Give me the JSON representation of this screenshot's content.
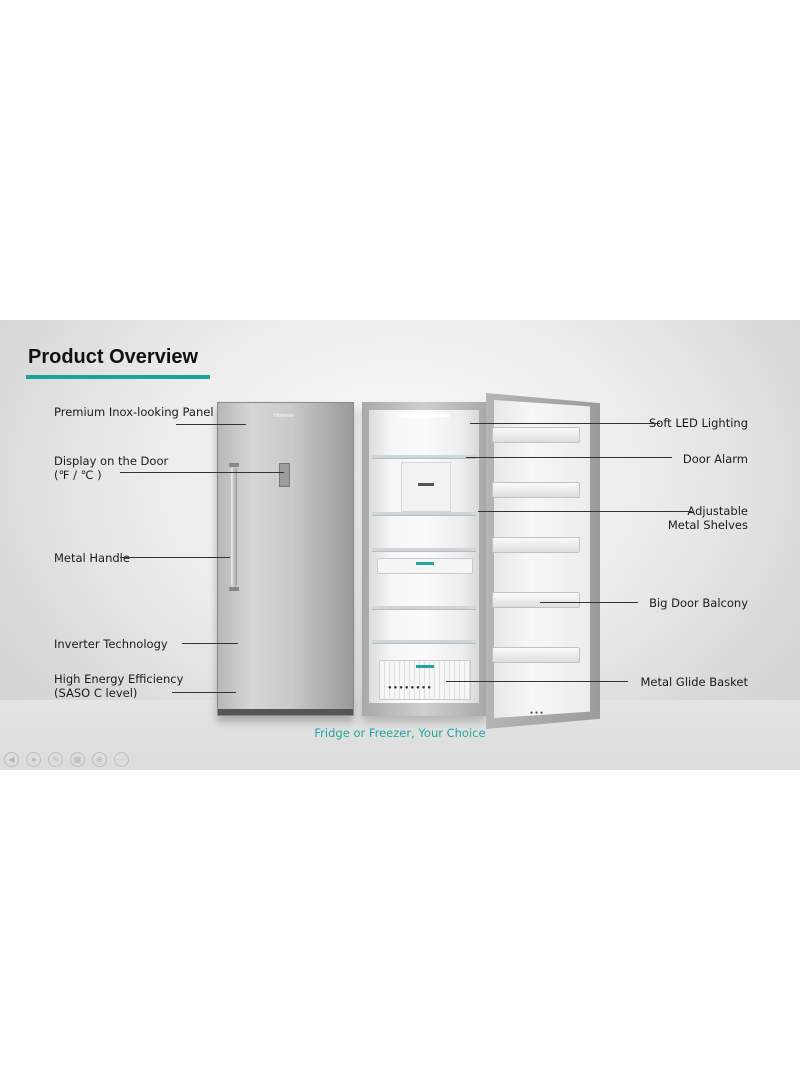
{
  "slide": {
    "title": "Product Overview",
    "caption": "Fridge or Freezer, Your Choice",
    "accent_color": "#19a39b",
    "caption_color": "#22a5a0",
    "brand_text": "Hisense"
  },
  "left_labels": [
    {
      "line1": "Premium Inox-looking Panel",
      "line2": ""
    },
    {
      "line1": "Display on the Door",
      "line2": "(℉ / ℃ )"
    },
    {
      "line1": "Metal Handle",
      "line2": ""
    },
    {
      "line1": "Inverter Technology",
      "line2": ""
    },
    {
      "line1": "High Energy Efficiency",
      "line2": "(SASO C level)"
    }
  ],
  "right_labels": [
    {
      "line1": "Soft LED Lighting",
      "line2": ""
    },
    {
      "line1": "Door Alarm",
      "line2": ""
    },
    {
      "line1": "Adjustable",
      "line2": "Metal Shelves"
    },
    {
      "line1": "Big Door Balcony",
      "line2": ""
    },
    {
      "line1": "Metal Glide Basket",
      "line2": ""
    }
  ],
  "controls": [
    "prev-icon",
    "play-icon",
    "pen-icon",
    "grid-icon",
    "zoom-icon",
    "more-icon"
  ]
}
